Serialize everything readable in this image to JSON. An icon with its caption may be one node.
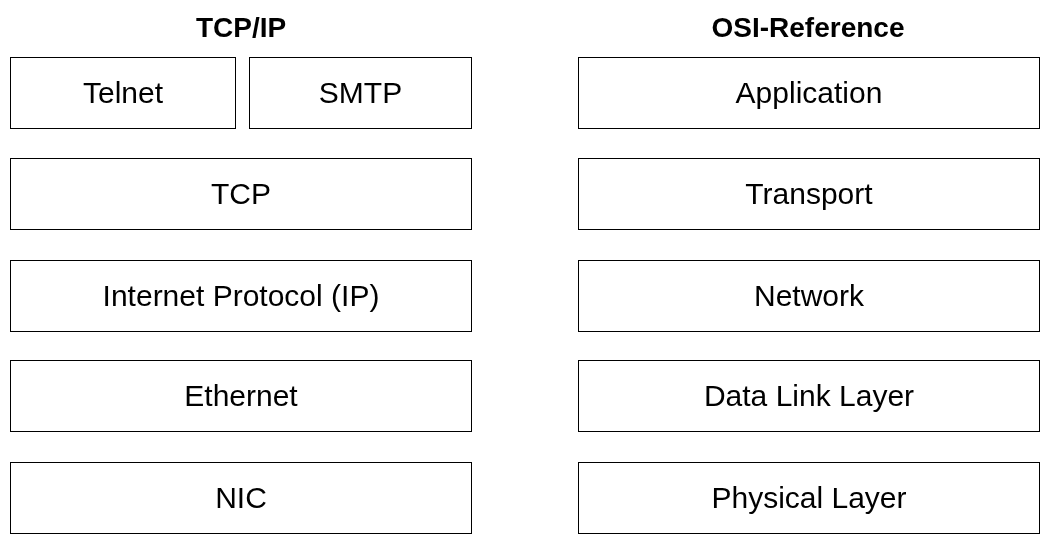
{
  "diagram": {
    "nodes": [
      {
        "text": [
          "Telnet"
        ]
      },
      {
        "text": [
          "SMTP"
        ]
      },
      {
        "text": [
          "Application"
        ]
      },
      {
        "text": [
          "TCP"
        ]
      },
      {
        "text": [
          "Transport"
        ]
      },
      {
        "text": [
          "Internet Protocol (IP)"
        ]
      },
      {
        "text": [
          "Network"
        ]
      },
      {
        "text": [
          "Ethernet"
        ]
      },
      {
        "text": [
          "Data Link Layer"
        ]
      },
      {
        "text": [
          "NIC"
        ]
      },
      {
        "text": [
          "Physical Layer"
        ]
      }
    ],
    "labels": [
      "TCP/IP",
      "OSI-Reference"
    ]
  }
}
